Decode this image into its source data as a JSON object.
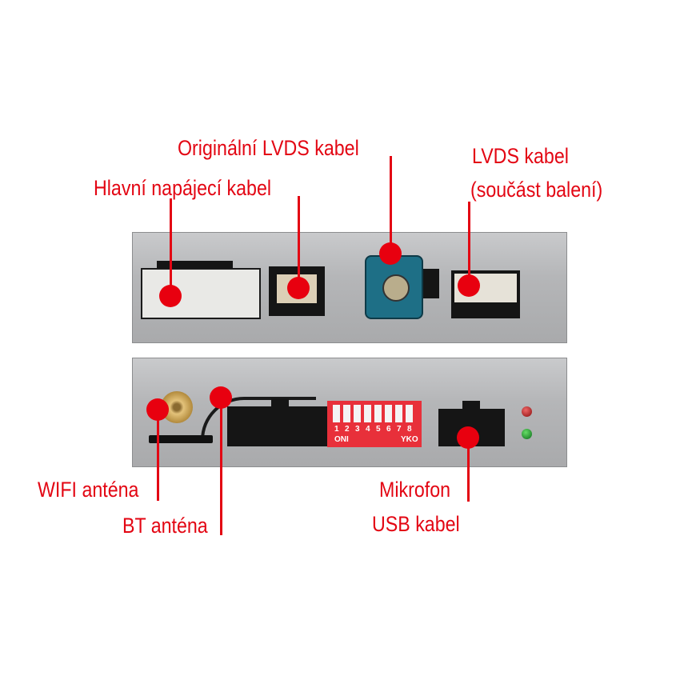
{
  "labels": {
    "original_lvds": "Originální LVDS kabel",
    "main_power": "Hlavní napájecí kabel",
    "lvds_line1": "LVDS kabel",
    "lvds_line2": "(součást balení)",
    "wifi": "WIFI anténa",
    "bt": "BT anténa",
    "mic": "Mikrofon",
    "usb": "USB kabel"
  },
  "dip_switch": {
    "numbers": [
      "1",
      "2",
      "3",
      "4",
      "5",
      "6",
      "7",
      "8"
    ],
    "left_label": "ONI",
    "right_label": "YKO"
  },
  "colors": {
    "accent": "#e30613",
    "dip": "#e8303a",
    "hsd": "#1e6f86"
  }
}
